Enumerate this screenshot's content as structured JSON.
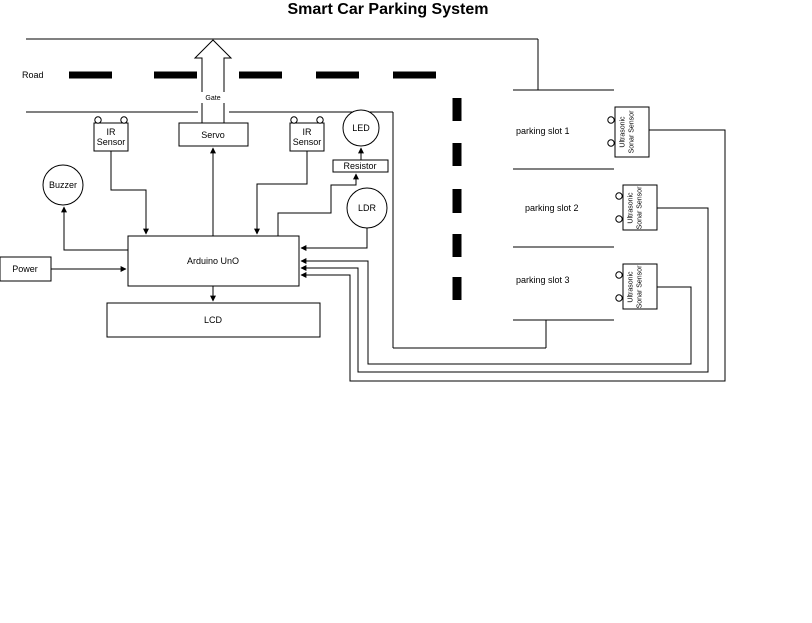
{
  "title": "Smart Car Parking System",
  "road": {
    "label": "Road",
    "gate_label": "Gate"
  },
  "components": {
    "ir_sensor_left": "IR Sensor",
    "servo": "Servo",
    "ir_sensor_right": "IR Sensor",
    "led": "LED",
    "resistor": "Resistor",
    "buzzer": "Buzzer",
    "ldr": "LDR",
    "arduino": "Arduino UnO",
    "power": "Power",
    "lcd": "LCD"
  },
  "parking_slots": [
    {
      "label": "parking slot 1",
      "sensor": "Ultrasonic Sonar Sensor"
    },
    {
      "label": "parking slot 2",
      "sensor": "Ultrasonic Sonar Sensor"
    },
    {
      "label": "parking slot 3",
      "sensor": "Ultrasonic Sonar Sensor"
    }
  ]
}
